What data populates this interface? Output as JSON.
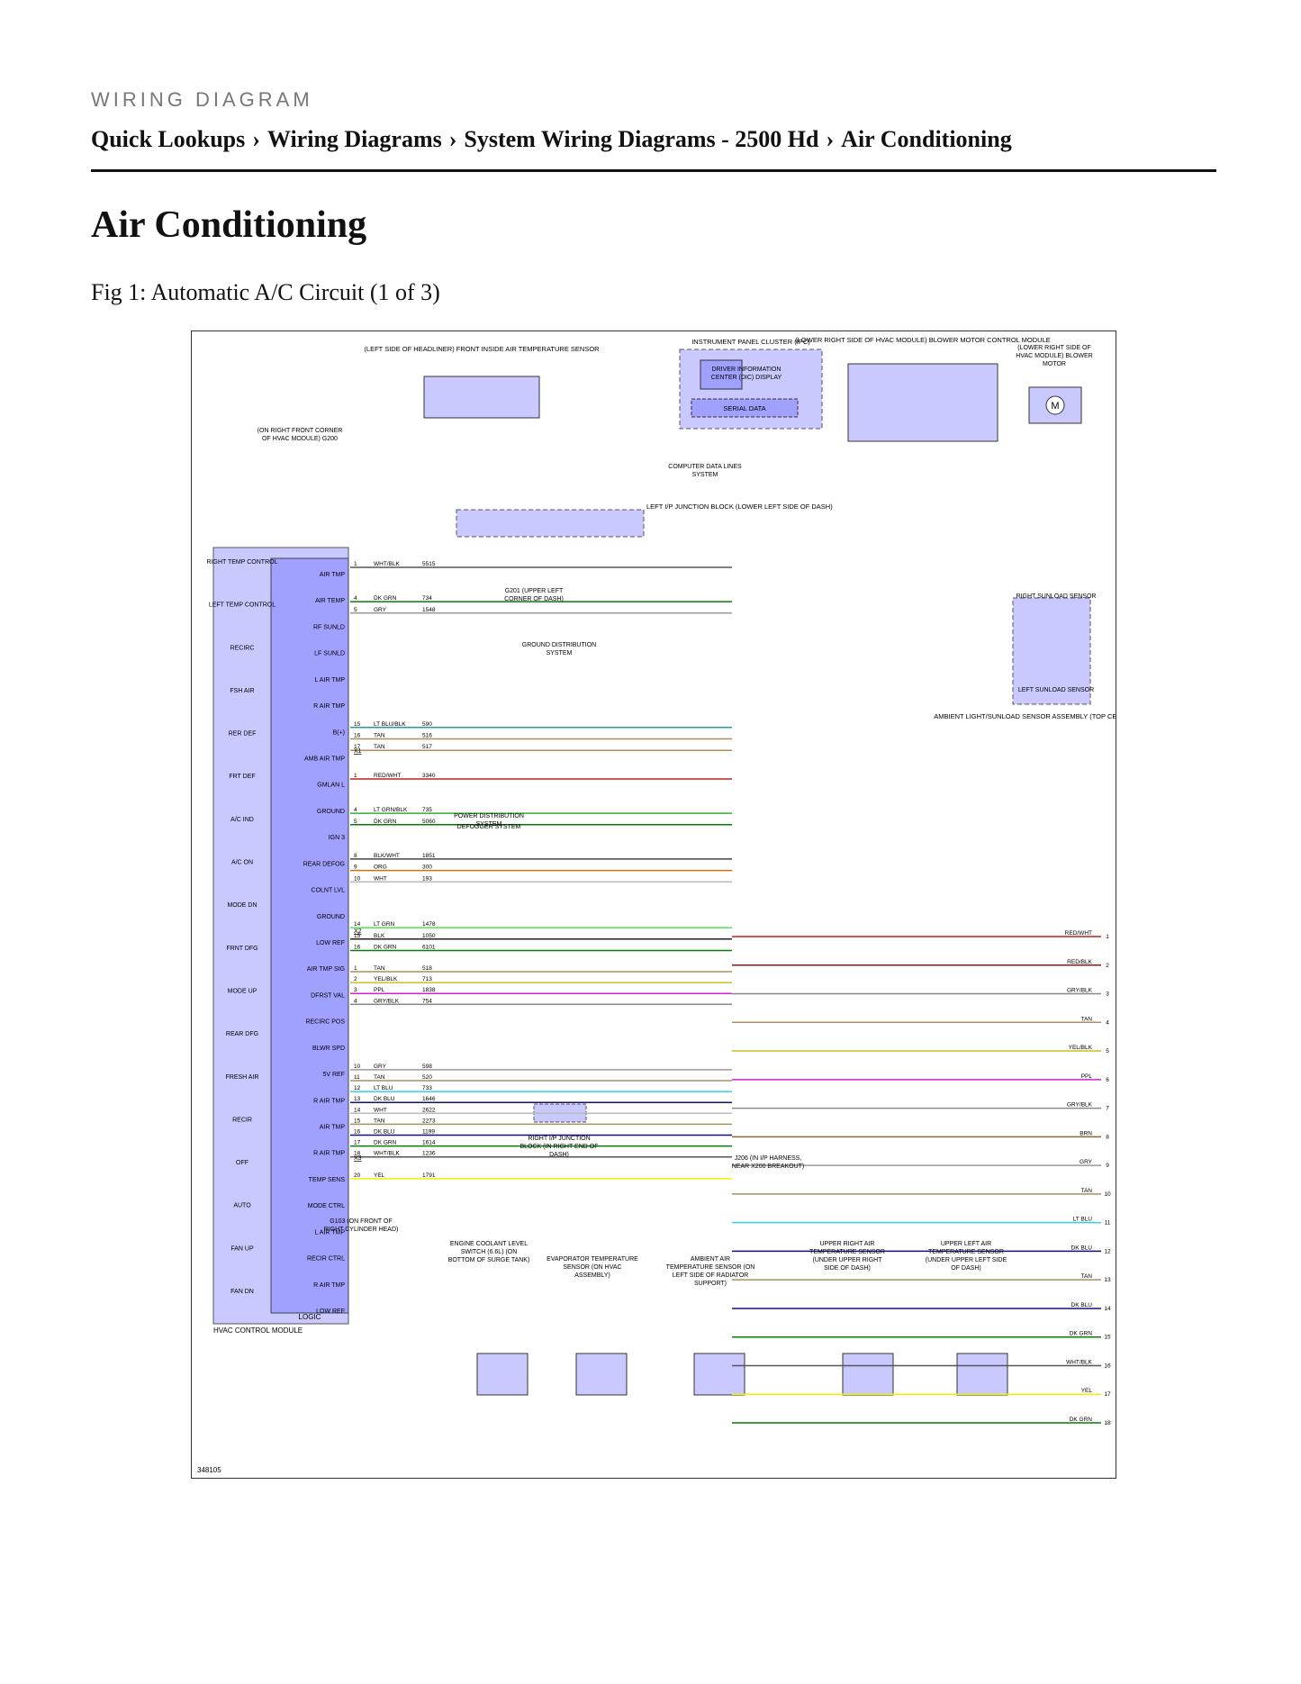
{
  "header": {
    "eyebrow": "WIRING DIAGRAM",
    "breadcrumb": [
      "Quick Lookups",
      "Wiring Diagrams",
      "System Wiring Diagrams - 2500 Hd",
      "Air Conditioning"
    ],
    "separator": "›"
  },
  "page_title": "Air Conditioning",
  "figure_caption": "Fig 1: Automatic A/C Circuit (1 of 3)",
  "diagram": {
    "figure_id": "348105",
    "module_label": "HVAC CONTROL MODULE",
    "logic_label": "LOGIC",
    "connectors": [
      "X1",
      "X2",
      "X3"
    ],
    "module_pins_left": [
      "AIR TMP",
      "AIR TEMP",
      "RF SUNLD",
      "LF SUNLD",
      "L AIR TMP",
      "R AIR TMP",
      "B(+)",
      "AMB AIR TMP",
      "GMLAN L",
      "GROUND",
      "IGN 3",
      "REAR DEFOG",
      "COLNT LVL",
      "GROUND",
      "LOW REF",
      "AIR TMP SIG",
      "DFRST VAL",
      "RECIRC POS",
      "BLWR SPD",
      "5V REF",
      "R AIR TMP",
      "AIR TMP",
      "R AIR TMP",
      "TEMP SENS",
      "MODE CTRL",
      "L AIR TMP",
      "RECIR CTRL",
      "R AIR TMP",
      "LOW REF"
    ],
    "switch_labels": [
      "RIGHT TEMP CONTROL",
      "LEFT TEMP CONTROL",
      "RECIRC",
      "FSH AIR",
      "RER DEF",
      "FRT DEF",
      "A/C IND",
      "A/C ON",
      "MODE DN",
      "FRNT DFG",
      "MODE UP",
      "REAR DFG",
      "FRESH AIR",
      "RECIR",
      "OFF",
      "AUTO",
      "FAN UP",
      "FAN DN"
    ],
    "wires_x1a": [
      {
        "pin": "1",
        "color": "WHT/BLK",
        "circuit": "5515"
      },
      {
        "pin": "4",
        "color": "DK GRN",
        "circuit": "734"
      },
      {
        "pin": "5",
        "color": "GRY",
        "circuit": "1548"
      },
      {
        "pin": "15",
        "color": "LT BLU/BLK",
        "circuit": "590"
      },
      {
        "pin": "16",
        "color": "TAN",
        "circuit": "516"
      },
      {
        "pin": "17",
        "color": "TAN",
        "circuit": "517"
      }
    ],
    "wires_x1b": [
      {
        "pin": "1",
        "color": "RED/WHT",
        "circuit": "3340"
      },
      {
        "pin": "4",
        "color": "LT GRN/BLK",
        "circuit": "735"
      },
      {
        "pin": "5",
        "color": "DK GRN",
        "circuit": "5060"
      },
      {
        "pin": "8",
        "color": "BLK/WHT",
        "circuit": "1851"
      },
      {
        "pin": "9",
        "color": "ORG",
        "circuit": "300"
      },
      {
        "pin": "10",
        "color": "WHT",
        "circuit": "193"
      },
      {
        "pin": "14",
        "color": "LT GRN",
        "circuit": "1478"
      },
      {
        "pin": "15",
        "color": "BLK",
        "circuit": "1050"
      },
      {
        "pin": "16",
        "color": "DK GRN",
        "circuit": "6101"
      }
    ],
    "wires_x2": [
      {
        "pin": "1",
        "color": "TAN",
        "circuit": "518"
      },
      {
        "pin": "2",
        "color": "YEL/BLK",
        "circuit": "713"
      },
      {
        "pin": "3",
        "color": "PPL",
        "circuit": "1838"
      },
      {
        "pin": "4",
        "color": "GRY/BLK",
        "circuit": "754"
      },
      {
        "pin": "10",
        "color": "GRY",
        "circuit": "598"
      },
      {
        "pin": "11",
        "color": "TAN",
        "circuit": "520"
      },
      {
        "pin": "12",
        "color": "LT BLU",
        "circuit": "733"
      },
      {
        "pin": "13",
        "color": "DK BLU",
        "circuit": "1646"
      },
      {
        "pin": "14",
        "color": "WHT",
        "circuit": "2622"
      },
      {
        "pin": "15",
        "color": "TAN",
        "circuit": "2273"
      },
      {
        "pin": "16",
        "color": "DK BLU",
        "circuit": "1199"
      },
      {
        "pin": "17",
        "color": "DK GRN",
        "circuit": "1614"
      },
      {
        "pin": "18",
        "color": "WHT/BLK",
        "circuit": "1236"
      },
      {
        "pin": "20",
        "color": "YEL",
        "circuit": "1791"
      }
    ],
    "right_edge_labels": [
      {
        "color": "RED/WHT",
        "num": "1"
      },
      {
        "color": "RED/BLK",
        "num": "2"
      },
      {
        "color": "GRY/BLK",
        "num": "3"
      },
      {
        "color": "TAN",
        "num": "4"
      },
      {
        "color": "YEL/BLK",
        "num": "5"
      },
      {
        "color": "PPL",
        "num": "6"
      },
      {
        "color": "GRY/BLK",
        "num": "7"
      },
      {
        "color": "BRN",
        "num": "8"
      },
      {
        "color": "GRY",
        "num": "9"
      },
      {
        "color": "TAN",
        "num": "10"
      },
      {
        "color": "LT BLU",
        "num": "11"
      },
      {
        "color": "DK BLU",
        "num": "12"
      },
      {
        "color": "TAN",
        "num": "13"
      },
      {
        "color": "DK BLU",
        "num": "14"
      },
      {
        "color": "DK GRN",
        "num": "15"
      },
      {
        "color": "WHT/BLK",
        "num": "16"
      },
      {
        "color": "YEL",
        "num": "17"
      },
      {
        "color": "DK GRN",
        "num": "18"
      }
    ],
    "components": {
      "inside_air_sensor": "(LEFT SIDE OF HEADLINER) FRONT INSIDE AIR TEMPERATURE SENSOR",
      "ipc": "INSTRUMENT PANEL CLUSTER (IPC)",
      "dic": "DRIVER INFORMATION CENTER (DIC) DISPLAY",
      "serial_data": "SERIAL DATA",
      "blower_module": "(LOWER RIGHT SIDE OF HVAC MODULE) BLOWER MOTOR CONTROL MODULE",
      "blower_motor": "(LOWER RIGHT SIDE OF HVAC MODULE) BLOWER MOTOR",
      "computer_data": "COMPUTER DATA LINES SYSTEM",
      "left_ip_block": "LEFT I/P JUNCTION BLOCK (LOWER LEFT SIDE OF DASH)",
      "g200_a": "(ON RIGHT FRONT CORNER OF HVAC MODULE) G200",
      "g201": "G201 (UPPER LEFT CORNER OF DASH)",
      "ground_dist": "GROUND DISTRIBUTION SYSTEM",
      "sunload_right": "RIGHT SUNLOAD SENSOR",
      "sunload_left": "LEFT SUNLOAD SENSOR",
      "sunload_assembly": "AMBIENT LIGHT/SUNLOAD SENSOR ASSEMBLY (TOP CENTER OF DASH)",
      "power_dist": "POWER DISTRIBUTION SYSTEM",
      "defogger": "DEFOGGER SYSTEM",
      "right_ip_block": "RIGHT I/P JUNCTION BLOCK (IN RIGHT END OF DASH)",
      "g103": "G103 (ON FRONT OF RIGHT CYLINDER HEAD)",
      "coolant_switch": "ENGINE COOLANT LEVEL SWITCH (6.6L) (ON BOTTOM OF SURGE TANK)",
      "evaporator": "EVAPORATOR TEMPERATURE SENSOR (ON HVAC ASSEMBLY)",
      "ambient": "AMBIENT AIR TEMPERATURE SENSOR (ON LEFT SIDE OF RADIATOR SUPPORT)",
      "upper_right": "UPPER RIGHT AIR TEMPERATURE SENSOR (UNDER UPPER RIGHT SIDE OF DASH)",
      "upper_left": "UPPER LEFT AIR TEMPERATURE SENSOR (UNDER UPPER LEFT SIDE OF DASH)",
      "j206": "J206 (IN I/P HARNESS, NEAR X200 BREAKOUT)"
    }
  }
}
